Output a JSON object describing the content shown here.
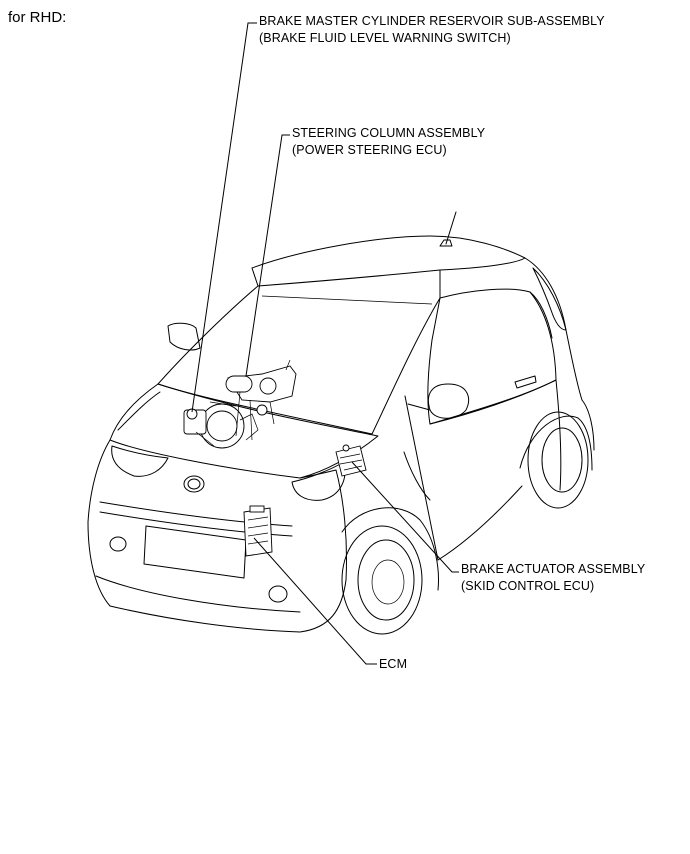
{
  "caption": "for RHD:",
  "labels": {
    "master_cylinder": {
      "line1": "BRAKE MASTER CYLINDER RESERVOIR SUB-ASSEMBLY",
      "line2": "(BRAKE FLUID LEVEL WARNING SWITCH)"
    },
    "steering_column": {
      "line1": "STEERING COLUMN ASSEMBLY",
      "line2": "(POWER STEERING ECU)"
    },
    "brake_actuator": {
      "line1": "BRAKE ACTUATOR ASSEMBLY",
      "line2": "(SKID CONTROL ECU)"
    },
    "ecm": {
      "line1": "ECM"
    }
  }
}
